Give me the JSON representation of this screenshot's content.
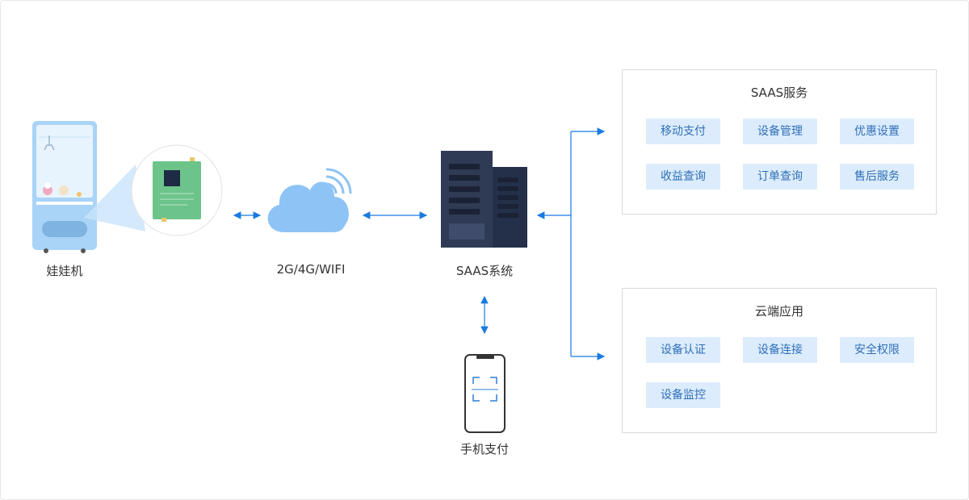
{
  "nodes": {
    "claw_machine": "娃娃机",
    "network": "2G/4G/WIFI",
    "saas_system": "SAAS系统",
    "mobile_pay": "手机支付"
  },
  "saas_services": {
    "title": "SAAS服务",
    "items": [
      "移动支付",
      "设备管理",
      "优惠设置",
      "收益查询",
      "订单查询",
      "售后服务"
    ]
  },
  "cloud_apps": {
    "title": "云端应用",
    "items": [
      "设备认证",
      "设备连接",
      "安全权限",
      "设备监控"
    ]
  },
  "colors": {
    "arrow": "#1a7ae0",
    "chip_bg": "#dcecfc",
    "chip_text": "#2f6fb8",
    "cloud": "#8ec3f5",
    "server_dark": "#2f3a55",
    "board_green": "#6cc48a"
  }
}
